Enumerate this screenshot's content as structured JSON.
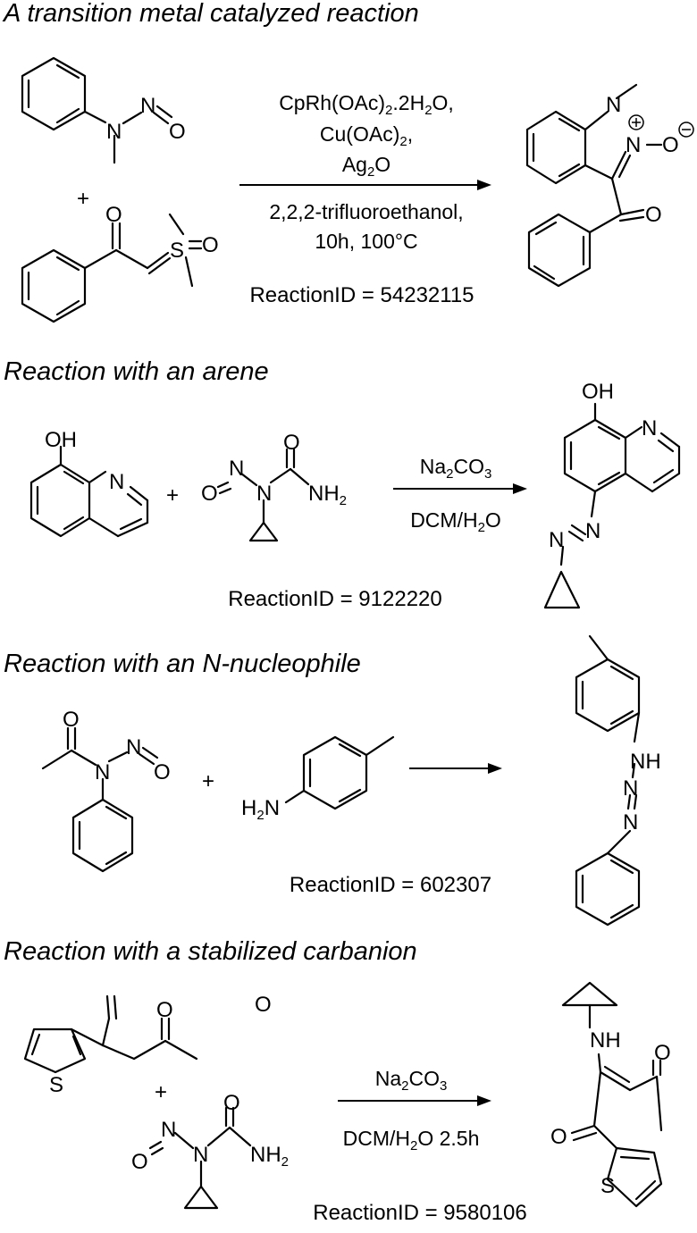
{
  "sections": [
    {
      "heading": "A transition metal catalyzed reaction",
      "conditions": [
        "CpRh(OAc)2.2H2O,",
        "Cu(OAc)2,",
        "Ag2O",
        "2,2,2-trifluoroethanol,",
        "10h, 100°C"
      ],
      "reaction_id": "ReactionID = 54232115"
    },
    {
      "heading": "Reaction with an arene",
      "conditions": [
        "Na2CO3",
        "DCM/H2O"
      ],
      "reaction_id": "ReactionID = 9122220"
    },
    {
      "heading": "Reaction with an N-nucleophile",
      "conditions": [],
      "reaction_id": "ReactionID = 602307"
    },
    {
      "heading": "Reaction with a stabilized carbanion",
      "conditions": [
        "Na2CO3",
        "DCM/H2O 2.5h"
      ],
      "reaction_id": "ReactionID = 9580106"
    }
  ],
  "atoms": {
    "N": "N",
    "O": "O",
    "S": "S",
    "OH": "OH",
    "NH": "NH",
    "NH2": "NH2",
    "H2N": "H2N",
    "plus": "+"
  }
}
